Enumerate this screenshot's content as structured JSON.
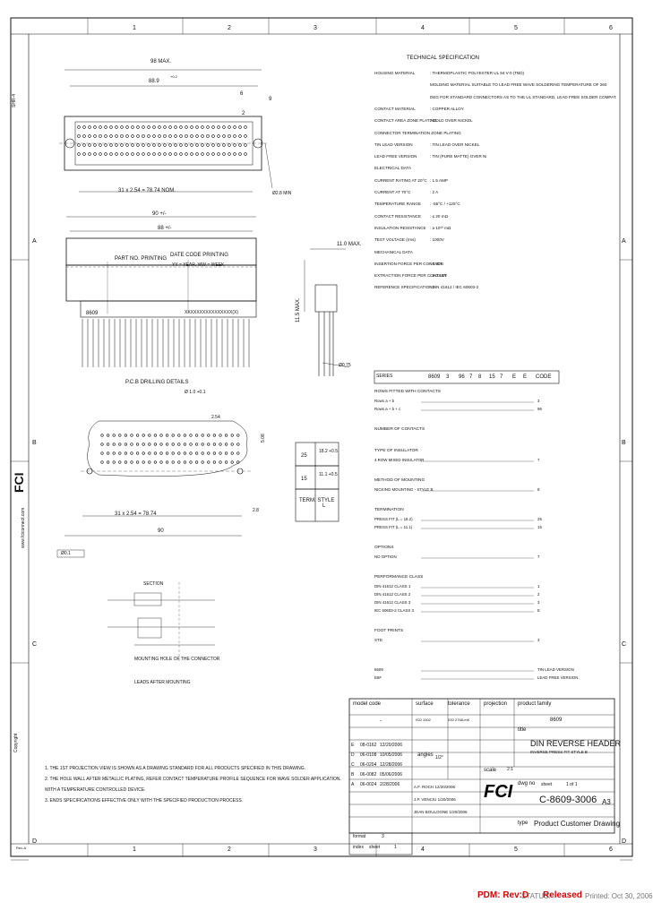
{
  "frame": {
    "zones_top": [
      "1",
      "2",
      "3",
      "4",
      "5",
      "6"
    ],
    "zones_bottom": [
      "1",
      "2",
      "3",
      "4",
      "5",
      "6"
    ],
    "rows_left": [
      "A",
      "B",
      "C",
      "D"
    ],
    "rows_right": [
      "A",
      "B",
      "C",
      "D"
    ],
    "side_logo": "FCI",
    "side_url": "www.fciconnect.com",
    "side_copyright": "Copyright",
    "small_left_top": "SHR-4",
    "corner_left_bottom": "Rev-A"
  },
  "top_view": {
    "overall_width": "98 MAX.",
    "pitch_width": "88.9",
    "pitch_tol": "+0.2",
    "right_dim_1": "6",
    "right_dim_2": "9",
    "right_dim_3": "2",
    "lead_dim": "31 x 2.54 = 78.74 NOM.",
    "hole_note": "Ø2.8 MIN"
  },
  "front_view": {
    "overall_width": "90 +/-",
    "inner_width": "88 +/-",
    "part_marking": "PART NO. PRINTING",
    "date_code": "DATE CODE PRINTING",
    "date_format": "YY = YEAR, WW = WEEK",
    "logo_print": "8609",
    "part_print": "XXXXXXXXXXXXXXXX(X)",
    "side_max": "11.0 MAX.",
    "height_max": "11.5 MAX.",
    "pin_dia": "Ø0.75"
  },
  "pcb_drill": {
    "title": "P.C.B DRILLING DETAILS",
    "hole_dia": "Ø 1.0 +0.1",
    "pitch_note": "2.54",
    "row_dim": "5.08",
    "pitch_total": "31 x 2.54 = 78.74",
    "overall": "90",
    "ref": "Ø0.1",
    "end_dim": "2.8"
  },
  "term_table": {
    "rows": [
      {
        "style": "25",
        "length": "18.2 +0.5"
      },
      {
        "style": "15",
        "length": "11.1 +0.5"
      }
    ],
    "header": "TERM. STYLE",
    "head_val": "L"
  },
  "section_detail": {
    "label_a": "SECTION",
    "label_b": "MOUNTING HOLE OF THE CONNECTOR",
    "label_c": "LEADS AFTER MOUNTING"
  },
  "tech_spec": {
    "title": "TECHNICAL SPECIFICATION",
    "lines": [
      {
        "k": "HOUSING MATERIAL",
        "v": ": THERMOPLASTIC POLYESTER UL 94 V-0 (TBD)"
      },
      {
        "k": "",
        "v": "MOLDING MATERIAL SUITABLE TO LEAD FREE WAVE SOLDERING TEMPERATURE OF 260"
      },
      {
        "k": "",
        "v": "DEG FOR STANDARD CONNECTORS AS TO THE UL STANDARD, LEAD FREE SOLDER COMPAT."
      },
      {
        "k": "CONTACT MATERIAL",
        "v": ": COPPER ALLOY"
      },
      {
        "k": "CONTACT AREA ZONE PLATING",
        "v": ": GOLD OVER NICKEL"
      },
      {
        "k": "CONNECTOR TERMINATION ZONE PLATING",
        "v": ""
      },
      {
        "k": "TIN LEAD VERSION",
        "v": ": TIN LEAD OVER NICKEL"
      },
      {
        "k": "LEAD FREE VERSION",
        "v": ": TIN (PURE MATTE) OVER Ni"
      },
      {
        "k": "ELECTRICAL DATA",
        "v": ""
      },
      {
        "k": "CURRENT RATING AT 20°C",
        "v": ": 1.5 AMP"
      },
      {
        "k": "CURRENT AT 70°C",
        "v": ": 2 A"
      },
      {
        "k": "TEMPERATURE RANGE",
        "v": ": -55°C / +125°C"
      },
      {
        "k": "CONTACT RESISTANCE",
        "v": ": ≤ 20 mΩ"
      },
      {
        "k": "INSULATION RESISTANCE",
        "v": ": ≥ 10¹⁰ mΩ"
      },
      {
        "k": "TEST VOLTAGE (rms)",
        "v": ": 1000V"
      },
      {
        "k": "MECHANICAL DATA",
        "v": ""
      },
      {
        "k": "INSERTION FORCE PER CONTACT",
        "v": ": ≤ 30N"
      },
      {
        "k": "EXTRACTION FORCE PER CONTACT",
        "v": ": ≥ 0.15N"
      },
      {
        "k": "REFERENCE SPECIFICATIONS",
        "v": ": DIN 41612 / IEC 60603-2"
      }
    ]
  },
  "order_code": {
    "series_label": "SERIES",
    "code_parts": [
      "8609",
      "3",
      "96",
      "7",
      "8",
      "15",
      "7",
      "E",
      "E",
      "CODE"
    ],
    "groups": [
      {
        "title": "ROWS FITTED WITH CONTACTS",
        "items": [
          {
            "t": "Rows a + b",
            "c": "3"
          },
          {
            "t": "Rows a + b + c",
            "c": "96"
          }
        ]
      },
      {
        "title": "NUMBER OF CONTACTS",
        "items": []
      },
      {
        "title": "TYPE OF INSULATOR",
        "items": [
          {
            "t": "4 ROW MIXED INSULATOR",
            "c": "7"
          }
        ]
      },
      {
        "title": "METHOD OF MOUNTING",
        "items": [
          {
            "t": "NICKING MOUNTING - STYLE B",
            "c": "8"
          }
        ]
      },
      {
        "title": "TERMINATION",
        "items": [
          {
            "t": "PRESS FIT (L = 18.2)",
            "c": "25"
          },
          {
            "t": "PRESS FIT (L = 11.1)",
            "c": "15"
          }
        ]
      },
      {
        "title": "OPTIONS",
        "items": [
          {
            "t": "NO OPTION",
            "c": "7"
          }
        ]
      },
      {
        "title": "PERFORMANCE CLASS",
        "items": [
          {
            "t": "DIN 41612 CLASS 1",
            "c": "1"
          },
          {
            "t": "DIN 41612 CLASS 2",
            "c": "2"
          },
          {
            "t": "DIN 41612 CLASS 3",
            "c": "3"
          },
          {
            "t": "IEC 60603-2 CLASS 3",
            "c": "E"
          }
        ]
      },
      {
        "title": "FOOT PRINTS",
        "items": [
          {
            "t": "STD",
            "c": "3"
          }
        ]
      },
      {
        "title": "",
        "items": [
          {
            "t": "8609",
            "c": "TIN LEAD VERSION"
          },
          {
            "t": "E6F",
            "c": "LEAD FREE VERSION"
          }
        ]
      }
    ]
  },
  "notes": [
    "1. THE 1ST PROJECTION VIEW IS SHOWN AS A DRAWING STANDARD FOR ALL PRODUCTS SPECIFIED IN THIS DRAWING.",
    "2. THE HOLE WALL AFTER METALLIC PLATING, REFER CONTACT TEMPERATURE PROFILE SEQUENCE FOR WAVE SOLDER APPLICATION.",
    "   WITH A TEMPERATURE CONTROLLED DEVICE.",
    "3. ENDS SPECIFICATIONS EFFECTIVE ONLY WITH THE SPECIFIED PRODUCTION PROCESS."
  ],
  "revisions": [
    {
      "rev": "E",
      "ecn": "08-0162",
      "date": "12/20/2006"
    },
    {
      "rev": "D",
      "ecn": "06-0108",
      "date": "10/05/2006"
    },
    {
      "rev": "C",
      "ecn": "06-0204",
      "date": "12/28/2006"
    },
    {
      "rev": "B",
      "ecn": "06-0082",
      "date": "05/06/2006"
    },
    {
      "rev": "A",
      "ecn": "06-0024",
      "date": "2/28/2006"
    }
  ],
  "title_block": {
    "model_code_label": "model code",
    "model_code_val": "-",
    "surface_label": "surface",
    "surface_val": "ISO 1302",
    "tolerance_label": "tolerance",
    "tolerance_val": "ISO 2768-mK",
    "projection_label": "projection",
    "product_family_label": "product family",
    "product_family_val": "8609",
    "title_label": "title",
    "title_main": "DIN REVERSE HEADER",
    "title_sub": "INVERSE PRESS FIT STYLE B",
    "angles_label": "angles",
    "angles_val": "1/2°",
    "scale_label": "scale",
    "scale_val": "2:1",
    "dwg_no_label": "dwg no",
    "sheet_label": "sheet",
    "sheet_val": "1 of 1",
    "dwg_no": "C-8609-3006",
    "size": "A3",
    "type_label": "type",
    "type_val": "Product Customer Drawing",
    "drawn": "A.F. ROCH 12/20/2006",
    "checked": "J.P. VENCIU 1/20/2006",
    "approved": "JEAN BOULOGNE 1/20/2006",
    "format_label": "format",
    "format_val": "3",
    "index_label": "index",
    "index_sheet": "sheet",
    "index_val": "1",
    "logo": "FCI"
  },
  "footer": {
    "pdm": "PDM: Rev:D",
    "status_label": "STATUS:",
    "status_val": "Released",
    "printed": "Printed: Oct 30, 2006"
  }
}
